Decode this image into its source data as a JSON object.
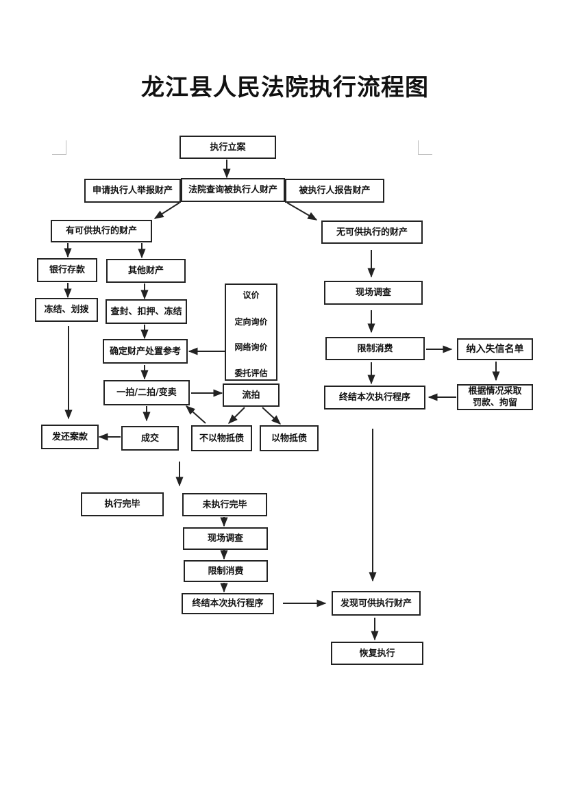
{
  "title": "龙江县人民法院执行流程图",
  "nodes": {
    "lian": "执行立案",
    "shenqing": "申请执行人举报财产",
    "fayuan": "法院查询被执行人财产",
    "beizhixing": "被执行人报告财产",
    "youcaichan": "有可供执行的财产",
    "wucaichan": "无可供执行的财产",
    "yinhang": "银行存款",
    "qita": "其他财产",
    "dongjie_huabo": "冻结、划拨",
    "chafeng": "查封、扣押、冻结",
    "queding": "确定财产处置参考",
    "paimai": "一拍/二拍/变卖",
    "liupai": "流拍",
    "chengjiao": "成交",
    "buyiwu": "不以物抵债",
    "yiwu": "以物抵债",
    "fahuan": "发还案款",
    "xianchang1": "现场调查",
    "xianzhi1": "限制消费",
    "shixin": "纳入失信名单",
    "zhongjie1": "终结本次执行程序",
    "genju": "根据情况采取\n罚款、拘留",
    "wanbi": "执行完毕",
    "weiwanbi": "未执行完毕",
    "xianchang2": "现场调查",
    "xianzhi2": "限制消费",
    "zhongjie2": "终结本次执行程序",
    "faxian": "发现可供执行财产",
    "huifu": "恢复执行"
  },
  "valuation": [
    "议价",
    "定向询价",
    "网络询价",
    "委托评估"
  ]
}
